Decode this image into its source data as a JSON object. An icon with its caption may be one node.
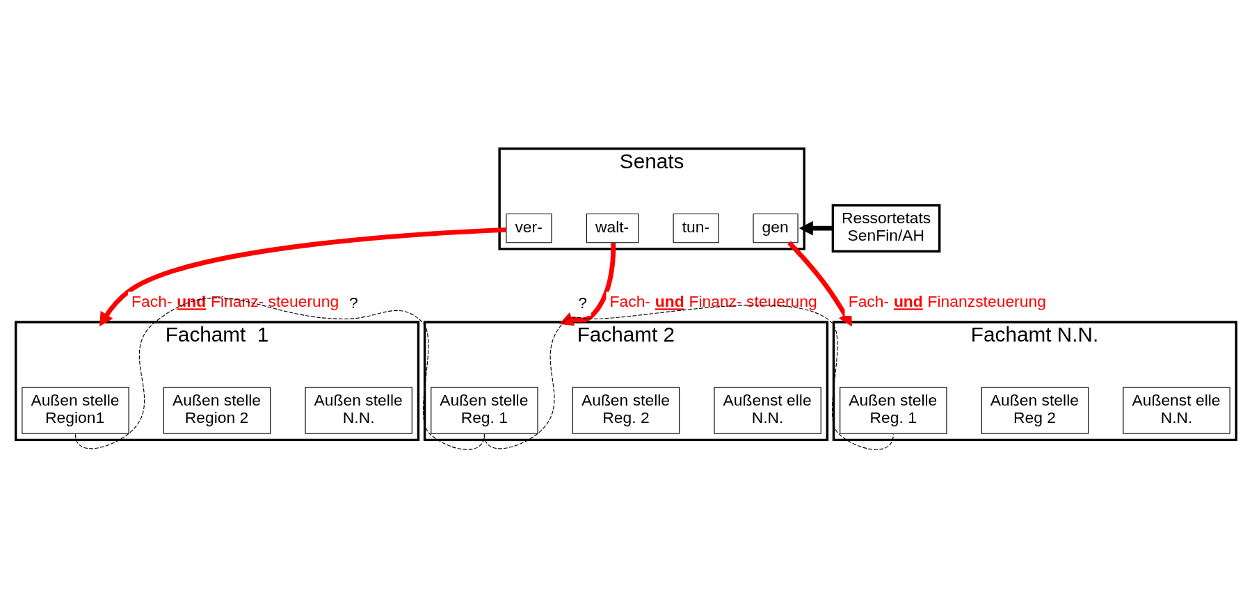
{
  "diagram": {
    "nodes": [
      {
        "text": [
          "Senats"
        ]
      },
      {
        "text": [
          "ver-"
        ],
        "in": 0
      },
      {
        "text": [
          "walt-"
        ],
        "in": 0
      },
      {
        "text": [
          "tun-"
        ],
        "in": 0
      },
      {
        "text": [
          "gen"
        ],
        "in": 0
      },
      {
        "text": [
          "Ressortetats",
          "SenFin/AH"
        ]
      },
      {
        "text": [
          "Fachamt  1"
        ]
      },
      {
        "text": [
          "Außen stelle",
          "Region1"
        ],
        "in": 6
      },
      {
        "text": [
          "Außen stelle",
          "Region 2"
        ],
        "in": 6
      },
      {
        "text": [
          "Außen stelle",
          "N.N."
        ],
        "in": 6
      },
      {
        "text": [
          "Fachamt 2"
        ]
      },
      {
        "text": [
          "Außen stelle",
          "Reg. 1"
        ],
        "in": 10
      },
      {
        "text": [
          "Außen stelle",
          "Reg. 2"
        ],
        "in": 10
      },
      {
        "text": [
          "Außenst elle",
          "N.N."
        ],
        "in": 10
      },
      {
        "text": [
          "Fachamt N.N."
        ]
      },
      {
        "text": [
          "Außen stelle",
          "Reg. 1"
        ],
        "in": 14
      },
      {
        "text": [
          "Außen stelle",
          "Reg 2"
        ],
        "in": 14
      },
      {
        "text": [
          "Außenst elle",
          "N.N."
        ],
        "in": 14
      }
    ],
    "edges": [
      {
        "from": 5,
        "to": 0,
        "arrow": "to"
      },
      {
        "from": 1,
        "to": 6,
        "arrow": "to",
        "label": "Fach- **und** Finanz- steuerung",
        "color": "#ff0000"
      },
      {
        "from": 2,
        "to": 10,
        "arrow": "to",
        "label": "Fach- **und** Finanz- steuerung",
        "color": "#ff0000"
      },
      {
        "from": 4,
        "to": 14,
        "arrow": "to",
        "label": "Fach- **und** Finanzsteuerung",
        "color": "#ff0000"
      },
      {
        "from": 7,
        "to": 11,
        "arrow": "none",
        "label": "?",
        "style": "dashed"
      },
      {
        "from": 11,
        "to": 15,
        "arrow": "none",
        "label": "?",
        "style": "dashed"
      }
    ]
  }
}
